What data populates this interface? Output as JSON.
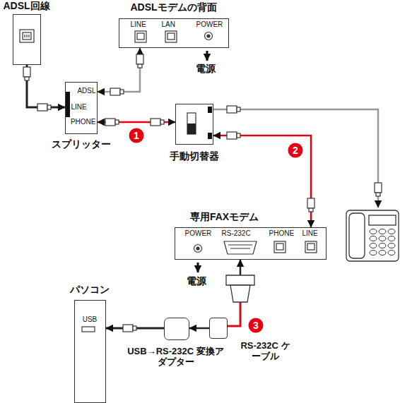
{
  "diagram": {
    "nodes": [
      {
        "text": [
          "ADSL回線"
        ]
      },
      {
        "text": [
          "ADSLモデムの背面",
          "LINE",
          "LAN",
          "POWER"
        ]
      },
      {
        "text": [
          "ADSL",
          "LINE",
          "PHONE",
          "スプリッター"
        ]
      },
      {
        "text": [
          "手動切替器"
        ]
      },
      {
        "text": [
          "専用FAXモデム",
          "POWER",
          "RS-232C",
          "PHONE",
          "LINE"
        ]
      },
      {
        "text": [
          "パソコン",
          "USB"
        ]
      },
      {
        "text": [
          "USB→RS-232C 変換アダプター"
        ]
      },
      {
        "text": [
          "RS-232C ケーブル"
        ]
      }
    ],
    "edges": [
      {
        "from": 0,
        "to": 2,
        "arrow": "to"
      },
      {
        "from": 2,
        "to": 1,
        "arrow": "both"
      },
      {
        "from": 2,
        "to": 3,
        "arrow": "both"
      },
      {
        "from": 3,
        "to": 4,
        "arrow": "both"
      },
      {
        "from": 7,
        "to": 4,
        "arrow": "to"
      },
      {
        "from": 7,
        "to": 6,
        "arrow": "to"
      },
      {
        "from": 6,
        "to": 5,
        "arrow": "to"
      }
    ],
    "labels": [
      "電源",
      "電源",
      "1",
      "2",
      "3"
    ]
  }
}
